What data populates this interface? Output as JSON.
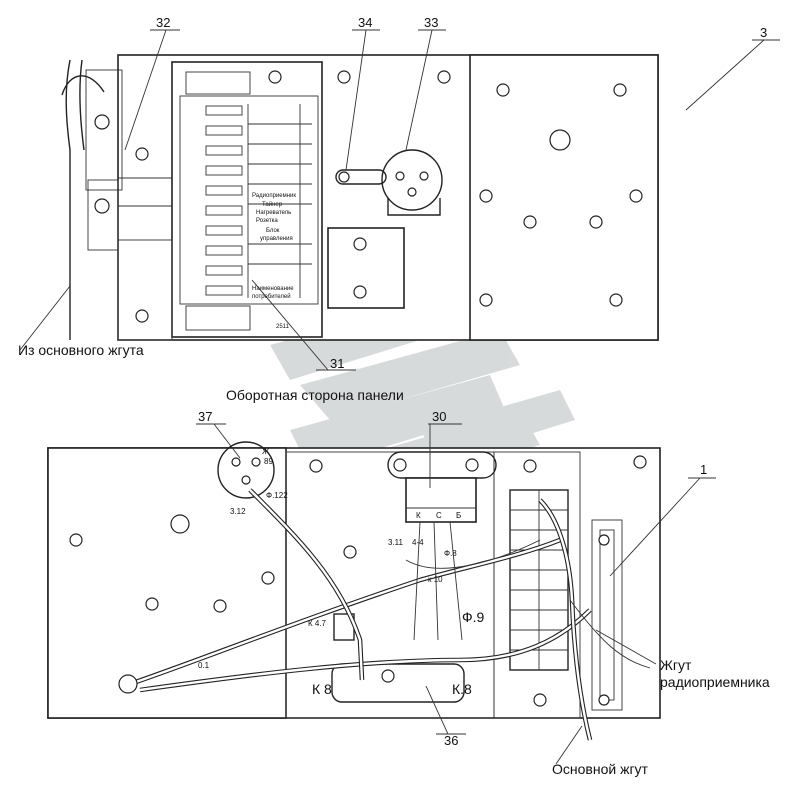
{
  "labels": {
    "n32": "32",
    "n34": "34",
    "n33": "33",
    "n3": "3",
    "n31": "31",
    "n37": "37",
    "n30": "30",
    "n1": "1",
    "n36": "36",
    "from_main_harness": "Из основного жгута",
    "panel_back_side": "Оборотная сторона панели",
    "radio_harness_line1": "Жгут",
    "radio_harness_line2": "радиоприемника",
    "main_harness": "Основной жгут",
    "block_label": "2511",
    "fuse_rows": [
      "Радиоприемник",
      "Тайнер",
      "Нагреватель",
      "Розетка",
      "Блок",
      "управления",
      "Наименование",
      "потребителей"
    ],
    "relay_terminals": [
      "К",
      "С",
      "Б"
    ],
    "socket_letters": [
      "Ж",
      "89"
    ]
  },
  "wire_marks": {
    "f122": "Ф.122",
    "w312": "3.12",
    "w311": "3.11",
    "w44": "4-4",
    "f8": "Ф.8",
    "w10": "к 10",
    "f9": "Ф.9",
    "k47": "К 4.7",
    "w01": "0.1",
    "k8a": "К 8",
    "k8b": "К.8"
  },
  "colors": {
    "ink": "#222222",
    "watermark": "#b8bcbf"
  }
}
